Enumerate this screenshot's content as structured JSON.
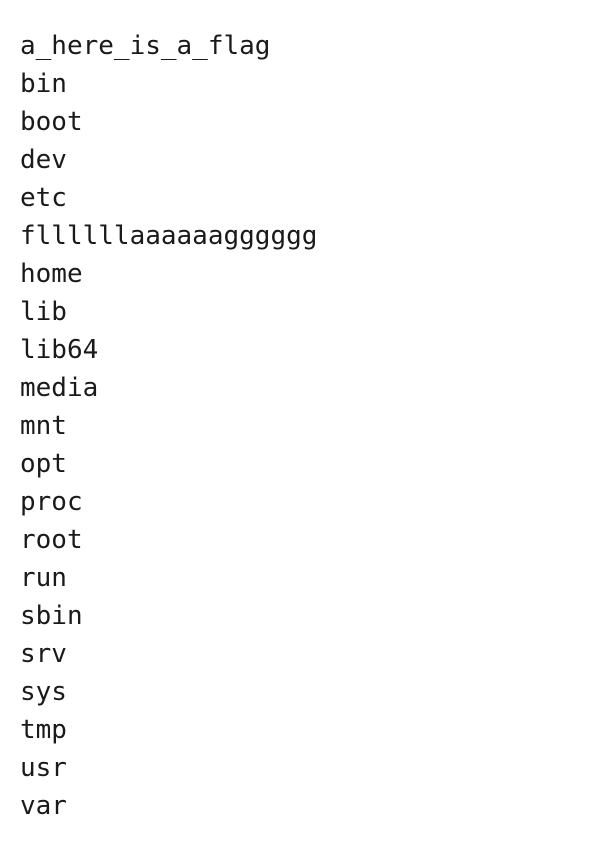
{
  "listing": {
    "entries": [
      "a_here_is_a_flag",
      "bin",
      "boot",
      "dev",
      "etc",
      "fllllllaaaaaagggggg",
      "home",
      "lib",
      "lib64",
      "media",
      "mnt",
      "opt",
      "proc",
      "root",
      "run",
      "sbin",
      "srv",
      "sys",
      "tmp",
      "usr",
      "var"
    ]
  }
}
